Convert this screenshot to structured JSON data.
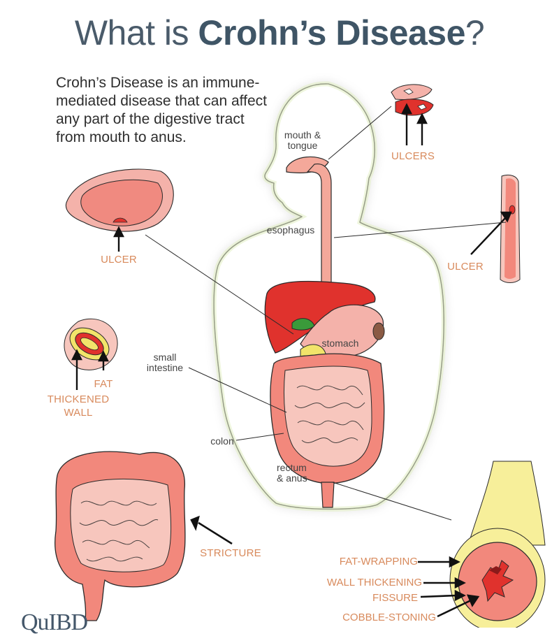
{
  "title": {
    "prefix": "What is ",
    "bold": "Crohn’s Disease",
    "suffix": "?"
  },
  "intro": "Crohn’s Disease is an immune-mediated disease that can affect any part of the digestive tract from mouth to anus.",
  "labels": {
    "mouth": "mouth &",
    "mouth2": "tongue",
    "ulcers": "ULCERS",
    "esophagus": "esophagus",
    "ulcer_left": "ULCER",
    "ulcer_right": "ULCER",
    "stomach": "stomach",
    "small": "small",
    "small2": "intestine",
    "fat": "FAT",
    "thickened": "THICKENED",
    "wall": "WALL",
    "colon": "colon",
    "rectum": "rectum",
    "rectum2": "& anus",
    "stricture": "STRICTURE",
    "fat_wrapping": "FAT-WRAPPING",
    "wall_thickening": "WALL THICKENING",
    "fissure": "FISSURE",
    "cobble": "COBBLE-STONING"
  },
  "logo": "QuIBD",
  "colors": {
    "title": "#4a5b6a",
    "accent": "#d88a5c",
    "gut": "#f08a80",
    "liver": "#e0322d",
    "fat": "#f7ef9a"
  }
}
